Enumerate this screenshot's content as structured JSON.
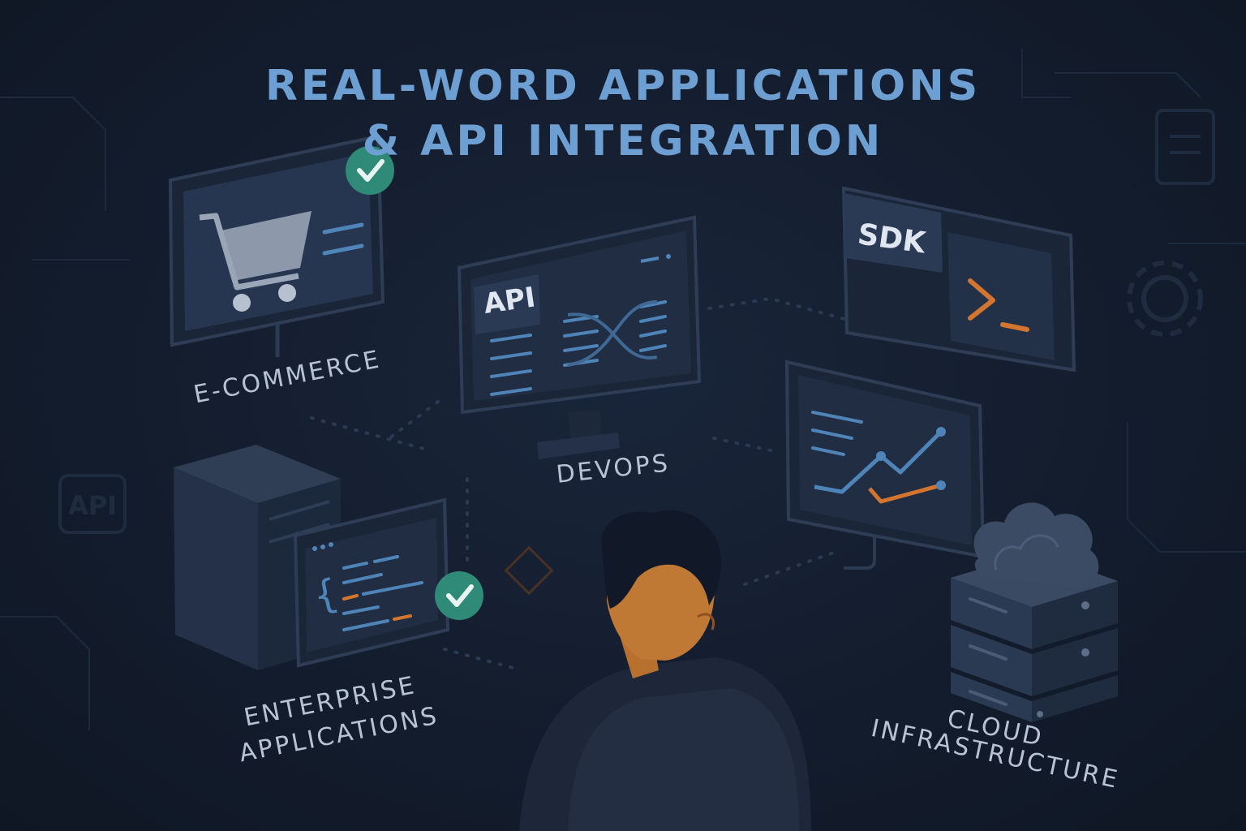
{
  "title": {
    "line1": "REAL-WORD APPLICATIONS",
    "line2": "& API INTEGRATION"
  },
  "labels": {
    "ecommerce": "E-COMMERCE",
    "devops": "DEVOPS",
    "enterprise_line1": "ENTERPRISE",
    "enterprise_line2": "APPLICATIONS",
    "cloud_line1": "CLOUD",
    "cloud_line2": "INFRASTRUCTURE"
  },
  "screens": {
    "api": "API",
    "sdk": "SDK",
    "terminal_prompt": ">_",
    "code_brace": "{",
    "faded_api": "API"
  },
  "icons": {
    "cart": "shopping-cart-icon",
    "check": "check-circle-icon",
    "cloud": "cloud-icon",
    "server": "server-stack-icon",
    "terminal": "terminal-icon",
    "chart": "line-chart-icon"
  },
  "colors": {
    "background": "#141d2e",
    "title": "#6e9fd2",
    "label": "#b7c2d3",
    "accent_teal": "#2f8a78",
    "accent_orange": "#d4752f",
    "accent_blue": "#4f84b8",
    "panel": "#1f2c40",
    "panel_edge": "#2c3b52"
  }
}
